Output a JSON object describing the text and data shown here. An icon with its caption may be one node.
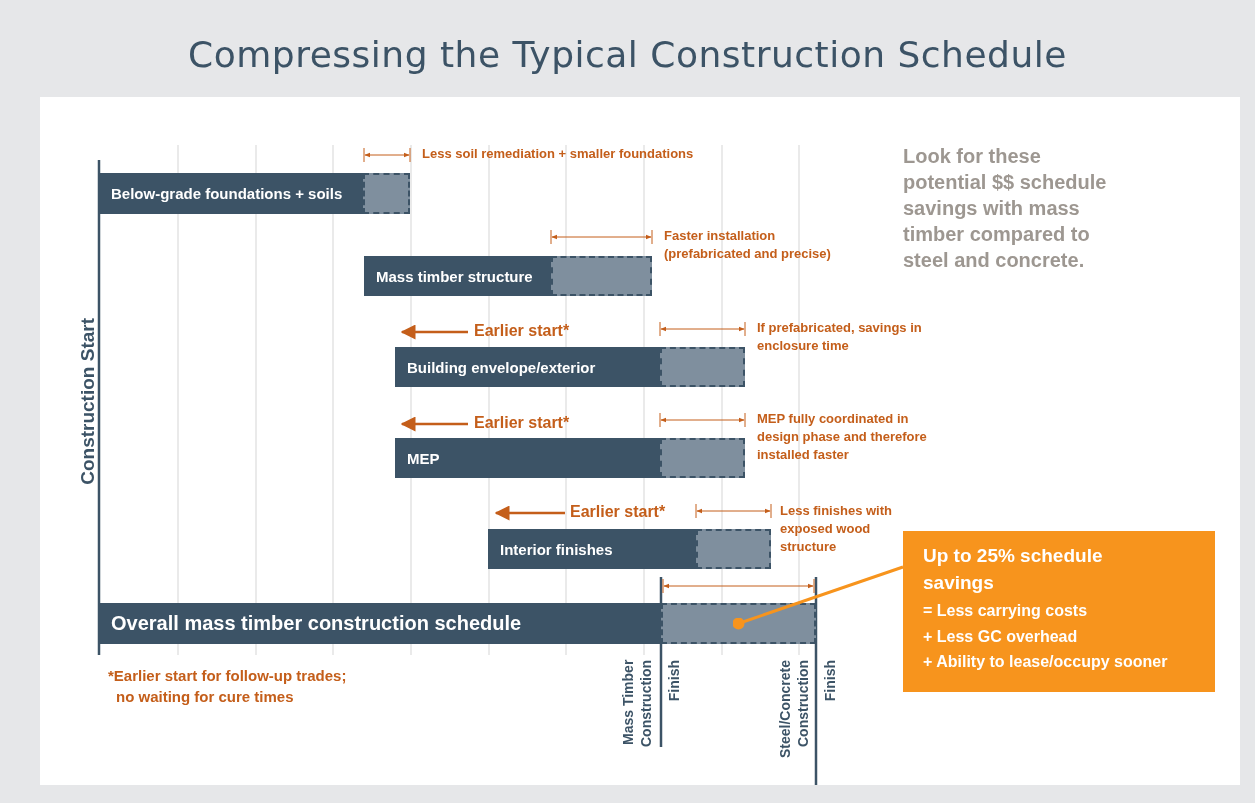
{
  "diagram": {
    "title": "Compressing the Typical Construction Schedule",
    "nodes": [
      {
        "text": [
          "Below-grade foundations + soils"
        ]
      },
      {
        "text": [],
        "shape": "bar",
        "beside": [
          "Less soil remediation + smaller foundations"
        ]
      },
      {
        "text": [
          "Mass timber structure"
        ]
      },
      {
        "text": [],
        "shape": "bar",
        "beside": [
          "Faster installation (prefabricated and precise)"
        ]
      },
      {
        "text": [
          "Building envelope/exterior"
        ]
      },
      {
        "text": [],
        "shape": "bar",
        "beside": [
          "If prefabricated, savings in enclosure time"
        ]
      },
      {
        "text": [
          "MEP"
        ]
      },
      {
        "text": [],
        "shape": "bar",
        "beside": [
          "MEP fully coordinated in design phase and therefore installed faster"
        ]
      },
      {
        "text": [
          "Interior finishes"
        ]
      },
      {
        "text": [],
        "shape": "bar",
        "beside": [
          "Less finishes with exposed wood structure"
        ]
      },
      {
        "text": [
          "Overall mass timber construction schedule"
        ]
      },
      {
        "text": [],
        "shape": "bar"
      },
      {
        "text": [
          "Up to 25% schedule savings",
          "= Less carrying costs",
          "+ Less GC overhead",
          "+ Ability to lease/occupy sooner"
        ]
      }
    ],
    "edges": [
      {
        "from": 12,
        "to": 11,
        "arrow": "other"
      }
    ],
    "labels": [
      "Earlier start*",
      "Earlier start*",
      "Earlier start*",
      "Look for these potential **$$ schedule savings** with **mass timber** compared to steel and concrete.",
      "Construction Start",
      "*Earlier start for follow-up trades; no waiting for cure times",
      "Mass Timber Construction",
      "Finish",
      "Steel/Concrete Construction",
      "Finish"
    ]
  }
}
